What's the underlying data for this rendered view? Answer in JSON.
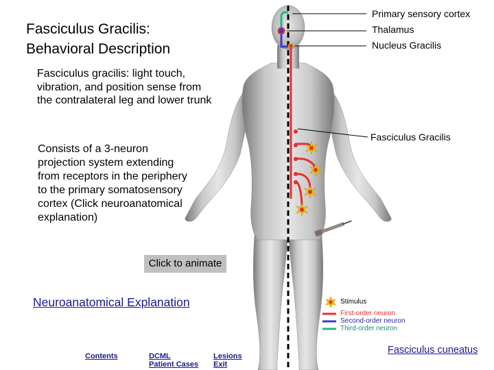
{
  "title": {
    "line1": "Fasciculus Gracilis:",
    "line2": "Behavioral Description"
  },
  "description": "Fasciculus gracilis: light touch, vibration, and position sense from the contralateral leg and lower trunk",
  "explanation": "Consists of a 3-neuron projection system extending from receptors in the periphery to the primary somatosensory cortex (Click neuroanatomical explanation)",
  "labels": {
    "primary_sensory_cortex": "Primary sensory cortex",
    "thalamus": "Thalamus",
    "nucleus_gracilis": "Nucleus Gracilis",
    "fasciculus_gracilis": "Fasciculus Gracilis"
  },
  "buttons": {
    "animate": "Click to animate",
    "neuroanatomical_explanation": "Neuroanatomical Explanation"
  },
  "legend": {
    "stimulus": "Stimulus",
    "first_order": "First-order neuron",
    "second_order": "Second-order neuron",
    "third_order": "Third-order neuron",
    "colors": {
      "first_order": "#e53030",
      "second_order": "#3a3ad0",
      "third_order": "#1fb88a",
      "stimulus": "#f0c800"
    }
  },
  "nav": {
    "contents": "Contents",
    "dcml_line1": "DCML",
    "dcml_line2": "Patient Cases",
    "lesions": "Lesions",
    "exit": "Exit",
    "fasciculus_cuneatus": "Fasciculus cuneatus"
  },
  "icons": [
    "stimulus-burst-icon",
    "body-silhouette",
    "tuning-fork-icon"
  ]
}
